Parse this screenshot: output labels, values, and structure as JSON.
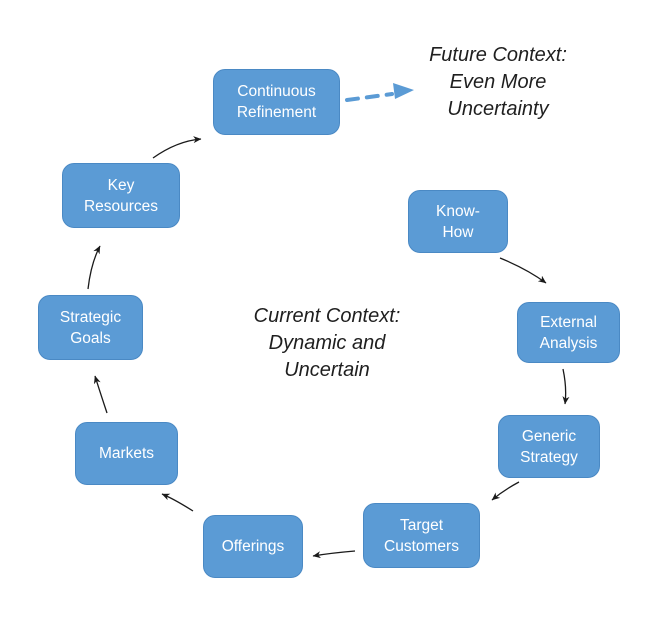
{
  "colors": {
    "node_fill": "#5b9bd5",
    "node_border": "#4a89c4",
    "node_text": "#ffffff",
    "arrow": "#1a1a1a",
    "dashed_arrow": "#5b9bd5",
    "context_text": "#1f1f1f",
    "background": "#ffffff"
  },
  "nodes": [
    {
      "id": "continuous-refinement",
      "label": "Continuous\nRefinement"
    },
    {
      "id": "key-resources",
      "label": "Key\nResources"
    },
    {
      "id": "strategic-goals",
      "label": "Strategic\nGoals"
    },
    {
      "id": "markets",
      "label": "Markets"
    },
    {
      "id": "offerings",
      "label": "Offerings"
    },
    {
      "id": "target-customers",
      "label": "Target\nCustomers"
    },
    {
      "id": "generic-strategy",
      "label": "Generic\nStrategy"
    },
    {
      "id": "external-analysis",
      "label": "External\nAnalysis"
    },
    {
      "id": "know-how",
      "label": "Know-\nHow"
    }
  ],
  "annotations": {
    "current_context": "Current Context:\nDynamic and\nUncertain",
    "future_context": "Future Context:\nEven More\nUncertainty"
  },
  "edges": [
    {
      "from": "know-how",
      "to": "external-analysis",
      "style": "solid"
    },
    {
      "from": "external-analysis",
      "to": "generic-strategy",
      "style": "solid"
    },
    {
      "from": "generic-strategy",
      "to": "target-customers",
      "style": "solid"
    },
    {
      "from": "target-customers",
      "to": "offerings",
      "style": "solid"
    },
    {
      "from": "offerings",
      "to": "markets",
      "style": "solid"
    },
    {
      "from": "markets",
      "to": "strategic-goals",
      "style": "solid"
    },
    {
      "from": "strategic-goals",
      "to": "key-resources",
      "style": "solid"
    },
    {
      "from": "key-resources",
      "to": "continuous-refinement",
      "style": "solid"
    },
    {
      "from": "continuous-refinement",
      "to": "future-context",
      "style": "dashed"
    }
  ]
}
